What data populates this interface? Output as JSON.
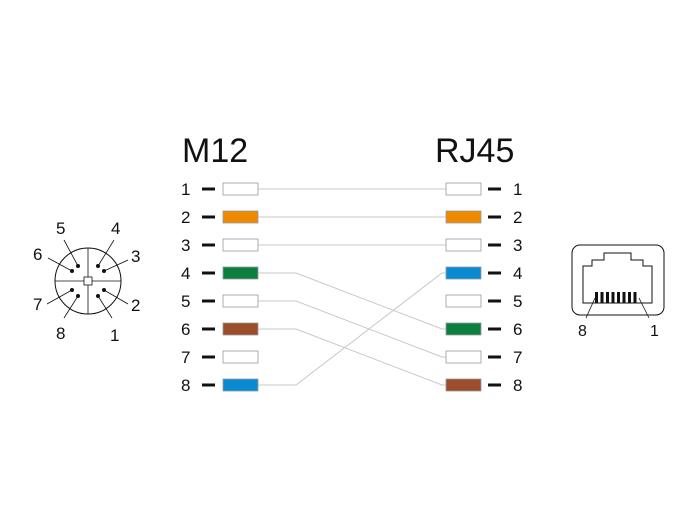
{
  "diagram": {
    "left_title": "M12",
    "right_title": "RJ45",
    "colors": {
      "white": "#ffffff",
      "orange": "#ee8a00",
      "green": "#0a7f3e",
      "blue": "#0a8ad2",
      "brown": "#9a4e2c",
      "outline": "#9a9a9a",
      "wire": "#c8c8c8"
    },
    "left_pins": [
      {
        "label": "1",
        "color": "white"
      },
      {
        "label": "2",
        "color": "orange"
      },
      {
        "label": "3",
        "color": "white"
      },
      {
        "label": "4",
        "color": "green"
      },
      {
        "label": "5",
        "color": "white"
      },
      {
        "label": "6",
        "color": "brown"
      },
      {
        "label": "7",
        "color": "white"
      },
      {
        "label": "8",
        "color": "blue"
      }
    ],
    "right_pins": [
      {
        "label": "1",
        "color": "white"
      },
      {
        "label": "2",
        "color": "orange"
      },
      {
        "label": "3",
        "color": "white"
      },
      {
        "label": "4",
        "color": "blue"
      },
      {
        "label": "5",
        "color": "white"
      },
      {
        "label": "6",
        "color": "green"
      },
      {
        "label": "7",
        "color": "white"
      },
      {
        "label": "8",
        "color": "brown"
      }
    ],
    "wiring": [
      {
        "from": 1,
        "to": 1
      },
      {
        "from": 2,
        "to": 2
      },
      {
        "from": 3,
        "to": 3
      },
      {
        "from": 4,
        "to": 6
      },
      {
        "from": 5,
        "to": 7
      },
      {
        "from": 6,
        "to": 8
      },
      {
        "from": 8,
        "to": 4
      }
    ],
    "m12_connector": {
      "icon": "m12-8pin-connector-icon",
      "pin_labels": [
        "1",
        "2",
        "3",
        "4",
        "5",
        "6",
        "7",
        "8"
      ]
    },
    "rj45_connector": {
      "icon": "rj45-jack-icon",
      "left_label": "8",
      "right_label": "1"
    }
  }
}
